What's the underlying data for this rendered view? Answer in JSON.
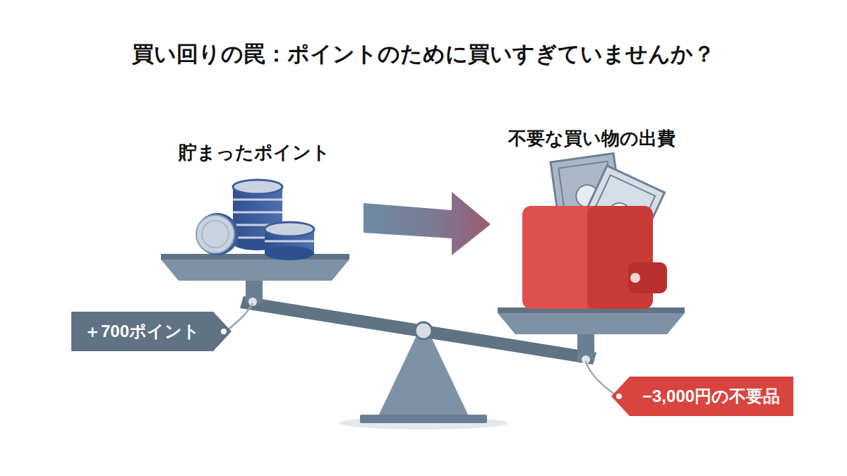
{
  "diagram": {
    "title": "買い回りの罠：ポイントのために買いすぎていませんか？",
    "nodes": [
      {
        "text": [
          "＋700ポイント"
        ]
      },
      {
        "text": [
          "−3,000円の不要品"
        ]
      }
    ],
    "labels": [
      "貯まったポイント",
      "不要な買い物の出費"
    ]
  }
}
